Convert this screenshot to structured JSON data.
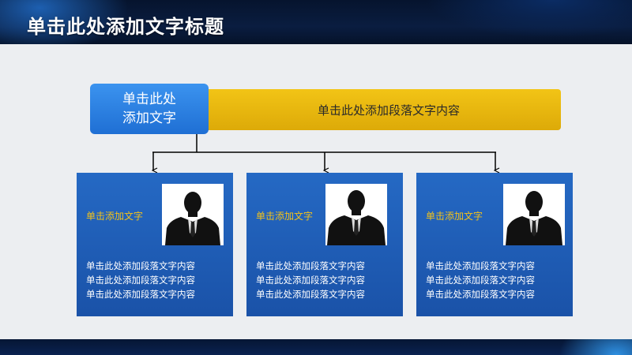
{
  "slide": {
    "title": "单击此处添加文字标题"
  },
  "header_box": {
    "label_line1": "单击此处",
    "label_line2": "添加文字",
    "bar_text": "单击此处添加段落文字内容"
  },
  "cards": [
    {
      "title": "单击添加文字",
      "lines": [
        "单击此处添加段落文字内容",
        "单击此处添加段落文字内容",
        "单击此处添加段落文字内容"
      ]
    },
    {
      "title": "单击添加文字",
      "lines": [
        "单击此处添加段落文字内容",
        "单击此处添加段落文字内容",
        "单击此处添加段落文字内容"
      ]
    },
    {
      "title": "单击添加文字",
      "lines": [
        "单击此处添加段落文字内容",
        "单击此处添加段落文字内容",
        "单击此处添加段落文字内容"
      ]
    }
  ],
  "colors": {
    "accent_blue": "#1f6fd4",
    "accent_yellow": "#f2c416",
    "card_blue": "#2569c4",
    "card_title_gold": "#f3c21a"
  },
  "icons": {
    "person": "person-silhouette-icon"
  }
}
